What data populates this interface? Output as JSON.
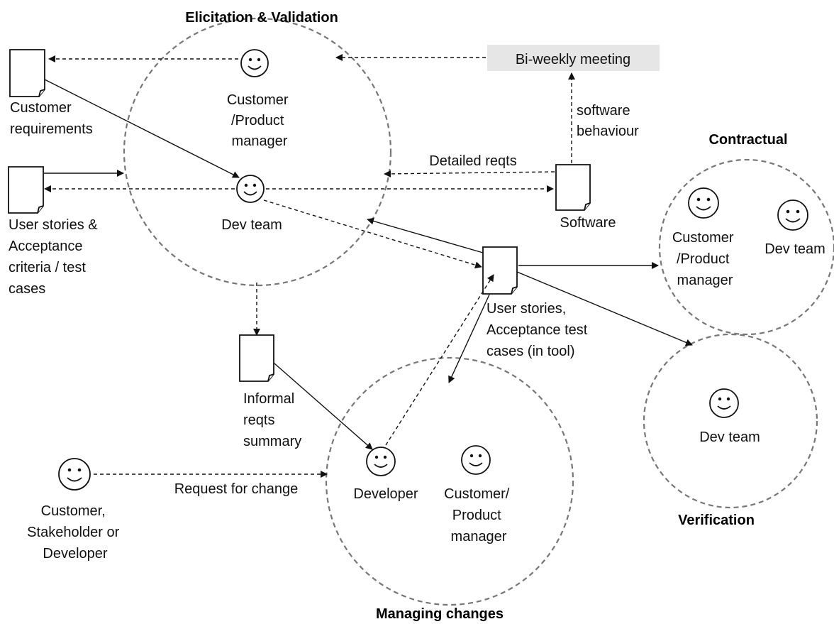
{
  "groups": {
    "elicitation": {
      "title": "Elicitation & Validation"
    },
    "contractual": {
      "title": "Contractual"
    },
    "verification": {
      "title": "Verification"
    },
    "managing": {
      "title": "Managing changes"
    }
  },
  "actors": {
    "elicitation_customer": [
      "Customer",
      "/Product",
      "manager"
    ],
    "elicitation_dev": [
      "Dev team"
    ],
    "contractual_customer": [
      "Customer",
      "/Product",
      "manager"
    ],
    "contractual_dev": [
      "Dev team"
    ],
    "verification_dev": [
      "Dev team"
    ],
    "managing_developer": [
      "Developer"
    ],
    "managing_customer": [
      "Customer/",
      "Product",
      "manager"
    ],
    "external_requester": [
      "Customer,",
      "Stakeholder or",
      "Developer"
    ]
  },
  "artifacts": {
    "customer_requirements": [
      "Customer",
      "requirements"
    ],
    "user_stories_acceptance": [
      "User stories &",
      "Acceptance",
      "criteria / test",
      "cases"
    ],
    "software": [
      "Software"
    ],
    "user_stories_tool": [
      "User stories,",
      "Acceptance test",
      "cases (in tool)"
    ],
    "informal_reqts": [
      "Informal",
      "reqts",
      "summary"
    ]
  },
  "meeting": {
    "label": "Bi-weekly meeting"
  },
  "flows": {
    "software_behaviour": [
      "software",
      "behaviour"
    ],
    "detailed_reqts": "Detailed reqts",
    "request_for_change": "Request for change"
  },
  "colors": {
    "ink": "#111111",
    "group_border": "#777777",
    "meeting_fill": "#e6e6e6"
  }
}
